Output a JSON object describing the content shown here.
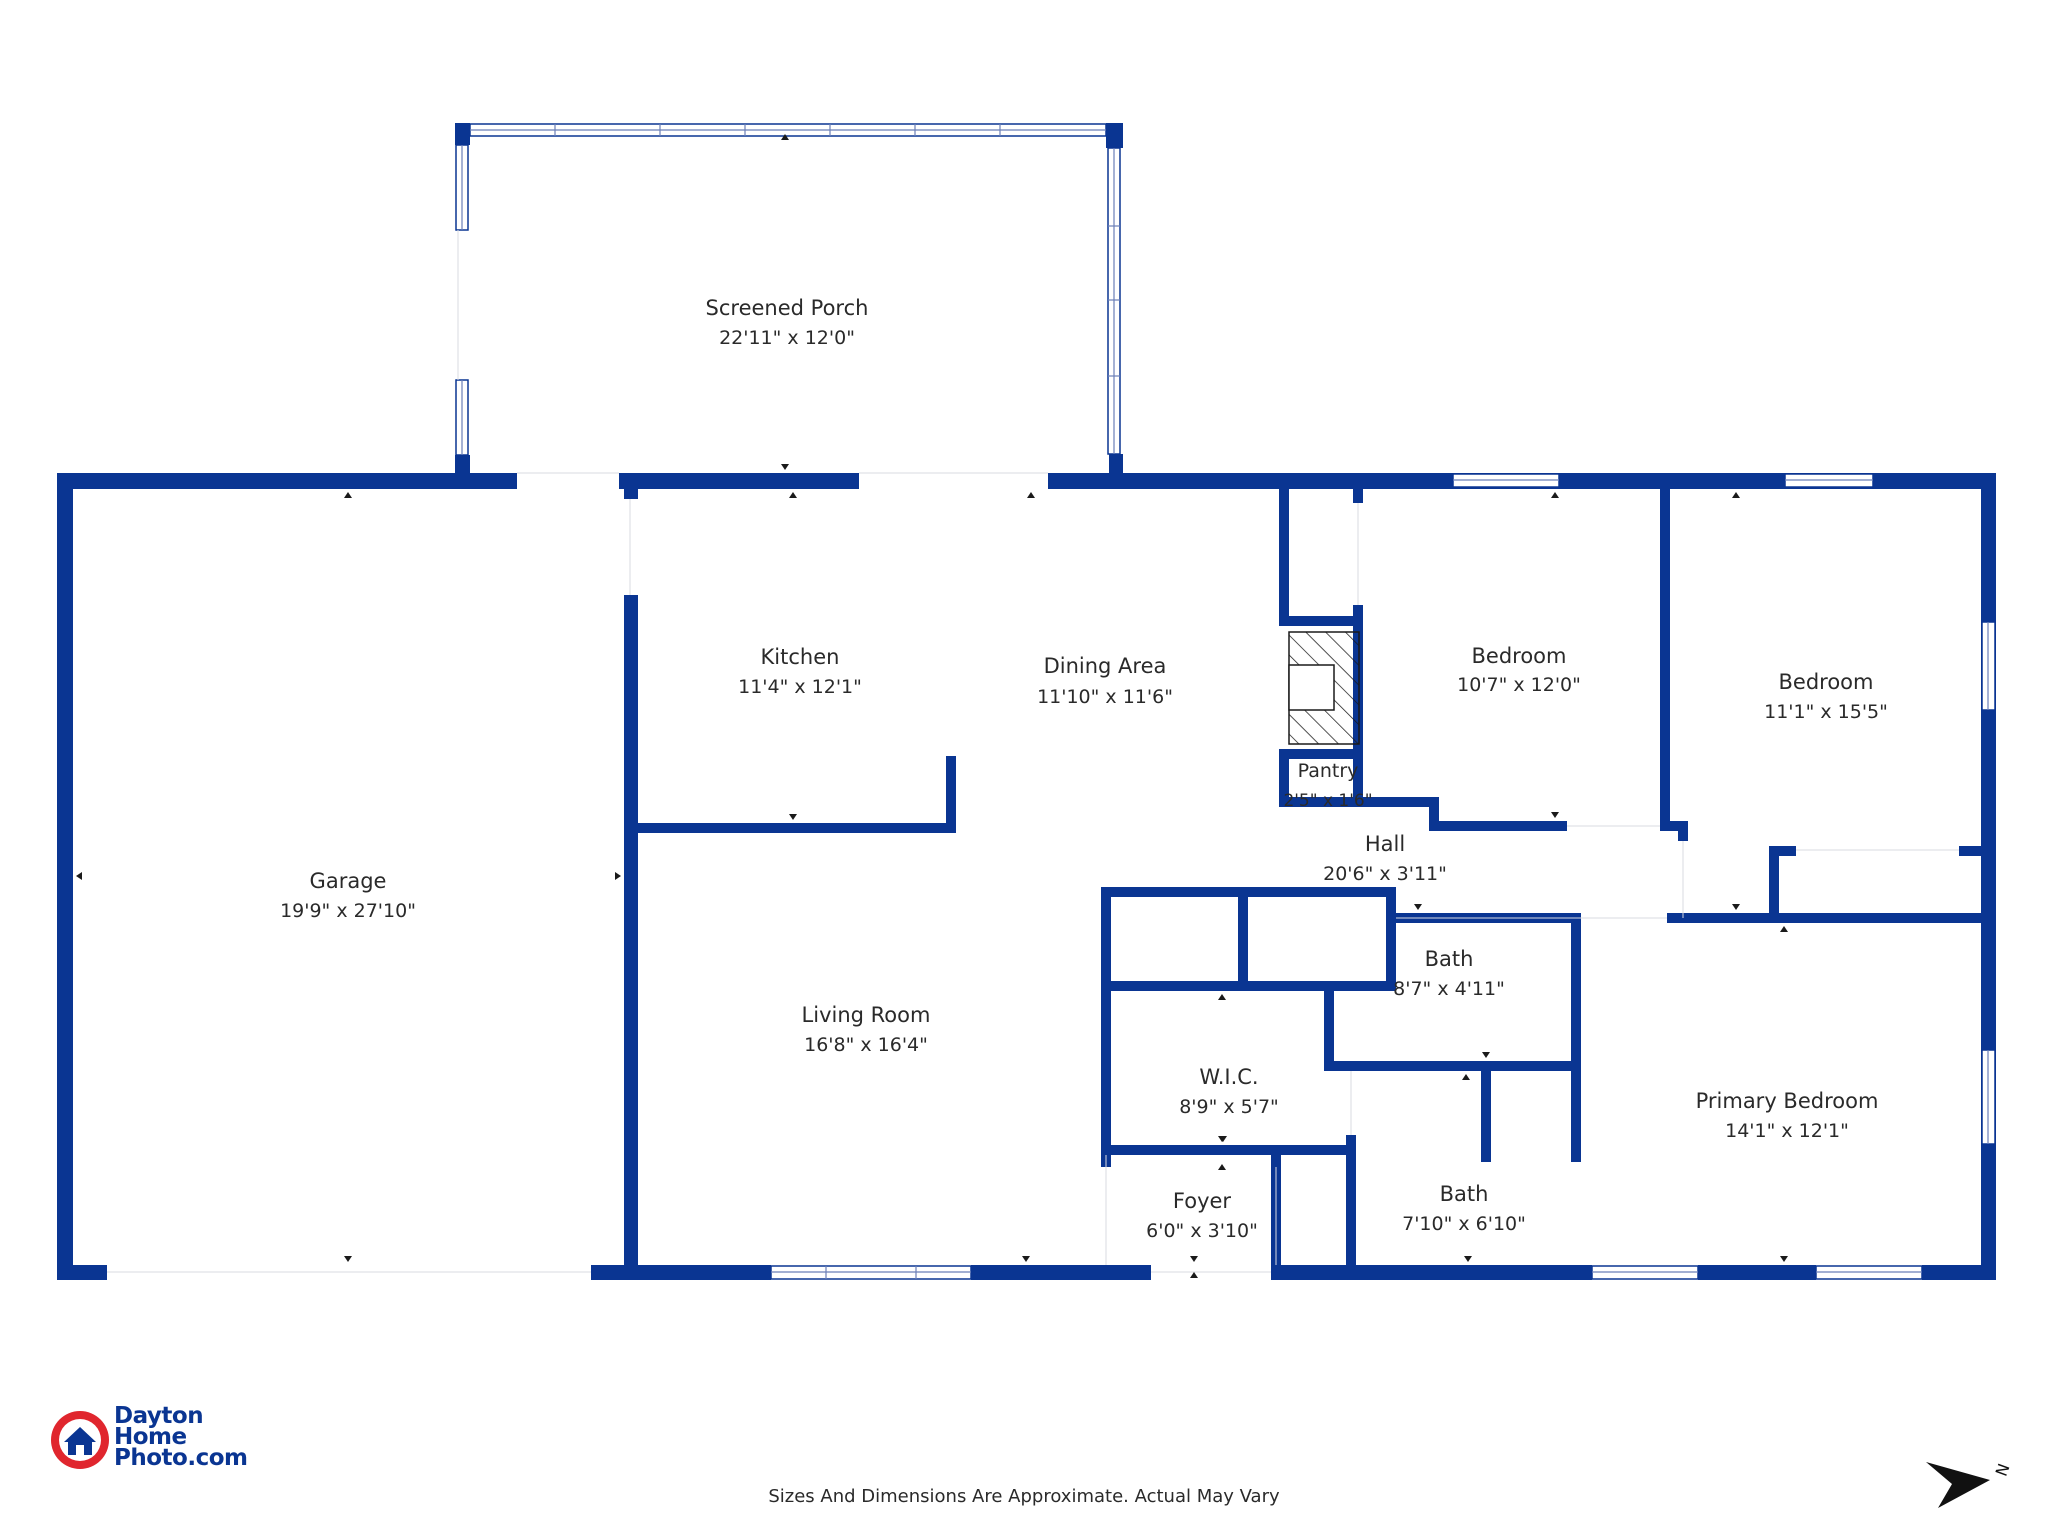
{
  "plan": {
    "rooms": [
      {
        "id": "screened-porch",
        "name": "Screened Porch",
        "dims": "22'11\" x 12'0\""
      },
      {
        "id": "garage",
        "name": "Garage",
        "dims": "19'9\" x 27'10\""
      },
      {
        "id": "kitchen",
        "name": "Kitchen",
        "dims": "11'4\" x 12'1\""
      },
      {
        "id": "dining-area",
        "name": "Dining Area",
        "dims": "11'10\" x 11'6\""
      },
      {
        "id": "bedroom-1",
        "name": "Bedroom",
        "dims": "10'7\" x 12'0\""
      },
      {
        "id": "bedroom-2",
        "name": "Bedroom",
        "dims": "11'1\" x 15'5\""
      },
      {
        "id": "pantry",
        "name": "Pantry",
        "dims": "2'5\" x 1'6\""
      },
      {
        "id": "hall",
        "name": "Hall",
        "dims": "20'6\" x 3'11\""
      },
      {
        "id": "bath-1",
        "name": "Bath",
        "dims": "8'7\" x 4'11\""
      },
      {
        "id": "living-room",
        "name": "Living Room",
        "dims": "16'8\" x 16'4\""
      },
      {
        "id": "wic",
        "name": "W.I.C.",
        "dims": "8'9\" x 5'7\""
      },
      {
        "id": "primary-bedroom",
        "name": "Primary Bedroom",
        "dims": "14'1\" x 12'1\""
      },
      {
        "id": "foyer",
        "name": "Foyer",
        "dims": "6'0\" x 3'10\""
      },
      {
        "id": "bath-2",
        "name": "Bath",
        "dims": "7'10\" x 6'10\""
      }
    ],
    "wall_color": "#0a3592",
    "background": "#ffffff"
  },
  "footer": {
    "disclaimer": "Sizes And Dimensions Are Approximate. Actual May Vary"
  },
  "logo": {
    "line1": "Dayton",
    "line2": "Home",
    "line3": "Photo.com",
    "primary_color": "#0a3592",
    "accent_color": "#e0262e"
  },
  "compass": {
    "label": "N",
    "icon": "north-arrow-icon"
  }
}
